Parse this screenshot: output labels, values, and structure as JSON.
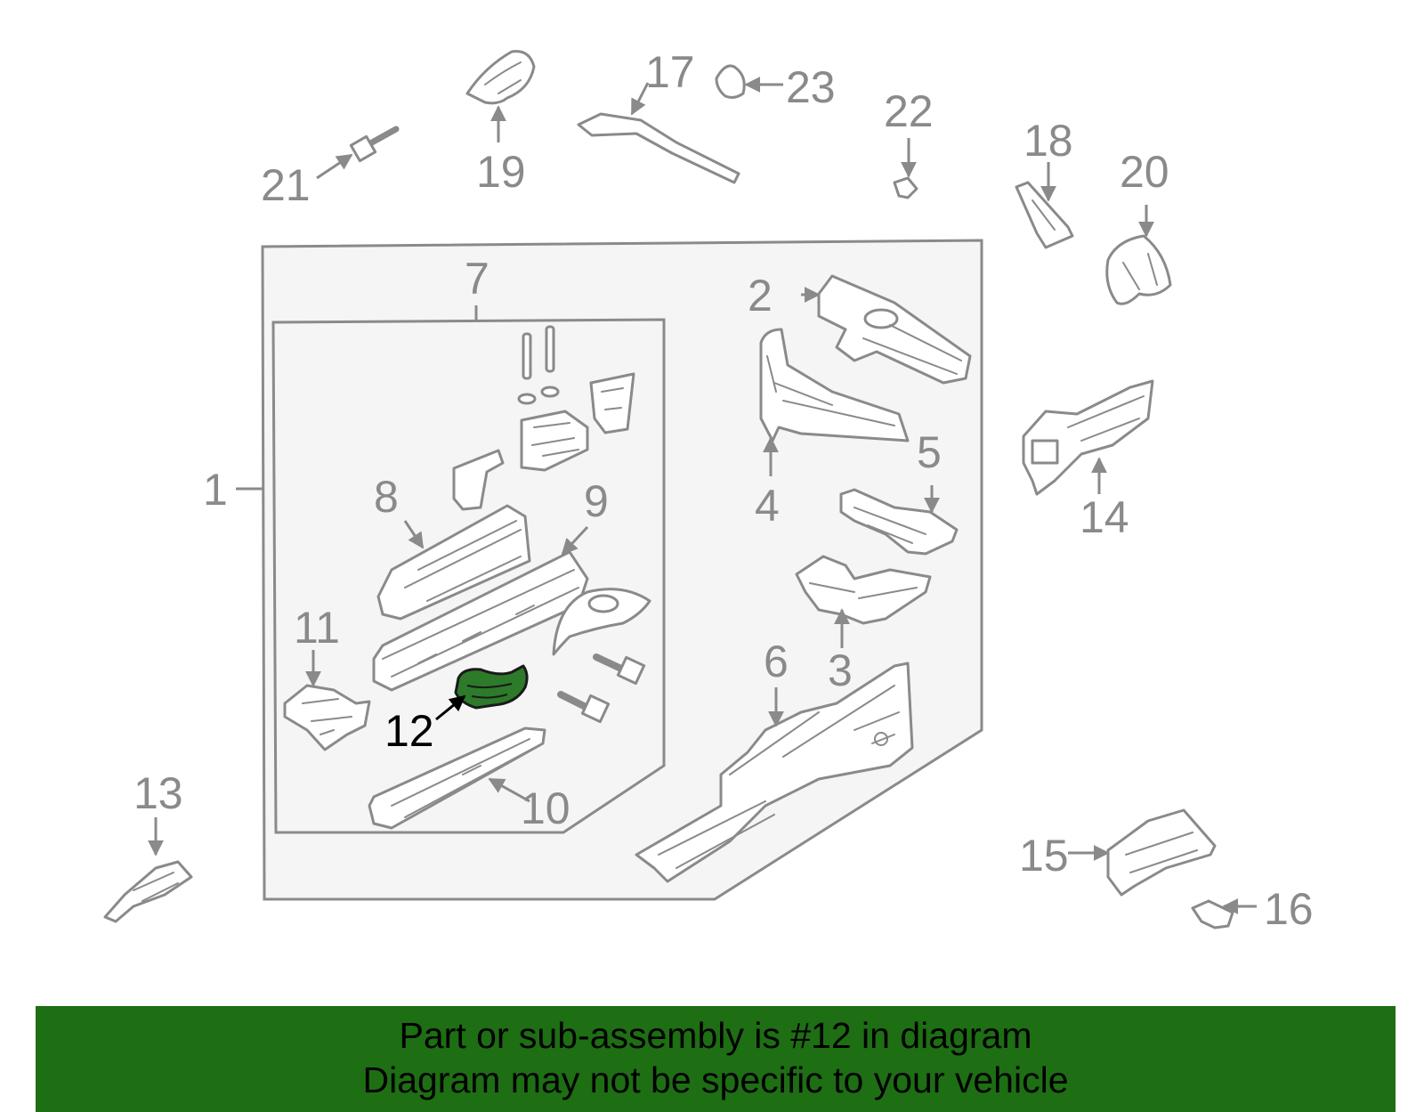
{
  "diagram": {
    "highlighted_part": "12",
    "colors": {
      "line": "#8a8a8a",
      "panel_fill": "#f5f5f5",
      "highlight_fill": "#2d7a2a",
      "banner": "#1e6e14"
    },
    "callouts": {
      "c1": "1",
      "c2": "2",
      "c3": "3",
      "c4": "4",
      "c5": "5",
      "c6": "6",
      "c7": "7",
      "c8": "8",
      "c9": "9",
      "c10": "10",
      "c11": "11",
      "c12": "12",
      "c13": "13",
      "c14": "14",
      "c15": "15",
      "c16": "16",
      "c17": "17",
      "c18": "18",
      "c19": "19",
      "c20": "20",
      "c21": "21",
      "c22": "22",
      "c23": "23"
    }
  },
  "banner": {
    "line1": "Part or sub-assembly is #12 in diagram",
    "line2": "Diagram may not be specific to your vehicle"
  }
}
